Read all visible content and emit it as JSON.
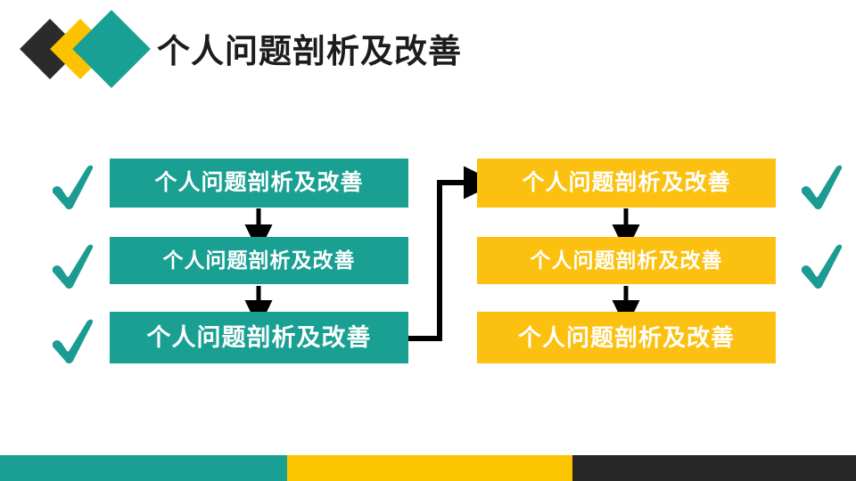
{
  "slide": {
    "title": "个人问题剖析及改善",
    "background_color": "#ffffff"
  },
  "logo": {
    "name": "overlapping-diamonds-logo",
    "diamonds": [
      {
        "name": "dark-diamond",
        "color": "#2b2b2b"
      },
      {
        "name": "yellow-diamond",
        "color": "#fcc200"
      },
      {
        "name": "teal-diamond",
        "color": "#17a093"
      }
    ]
  },
  "colors": {
    "teal": "#19a093",
    "yellow": "#fcc110",
    "dark": "#272727",
    "text_on_box": "#ffffff",
    "title_text": "#1c1c1c",
    "arrow": "#000000",
    "check": "#1b9b91"
  },
  "flow": {
    "left_column": {
      "name": "left-flow-column",
      "box_color": "#19a093",
      "boxes": [
        {
          "label": "个人问题剖析及改善",
          "checked": true
        },
        {
          "label": "个人问题剖析及改善",
          "checked": true
        },
        {
          "label": "个人问题剖析及改善",
          "checked": true
        }
      ]
    },
    "right_column": {
      "name": "right-flow-column",
      "box_color": "#fcc110",
      "boxes": [
        {
          "label": "个人问题剖析及改善",
          "checked": true
        },
        {
          "label": "个人问题剖析及改善",
          "checked": true
        },
        {
          "label": "个人问题剖析及改善",
          "checked": false
        }
      ]
    },
    "connectors": [
      {
        "name": "left-arrow-1-to-2",
        "direction": "down"
      },
      {
        "name": "left-arrow-2-to-3",
        "direction": "down"
      },
      {
        "name": "right-arrow-1-to-2",
        "direction": "down"
      },
      {
        "name": "right-arrow-2-to-3",
        "direction": "down"
      },
      {
        "name": "cross-column-connector",
        "direction": "right-up-right"
      }
    ]
  },
  "footer": {
    "name": "footer-color-bar",
    "segments": [
      {
        "name": "footer-segment-teal",
        "color": "#19a093"
      },
      {
        "name": "footer-segment-yellow",
        "color": "#fdc500"
      },
      {
        "name": "footer-segment-dark",
        "color": "#272727"
      }
    ]
  }
}
